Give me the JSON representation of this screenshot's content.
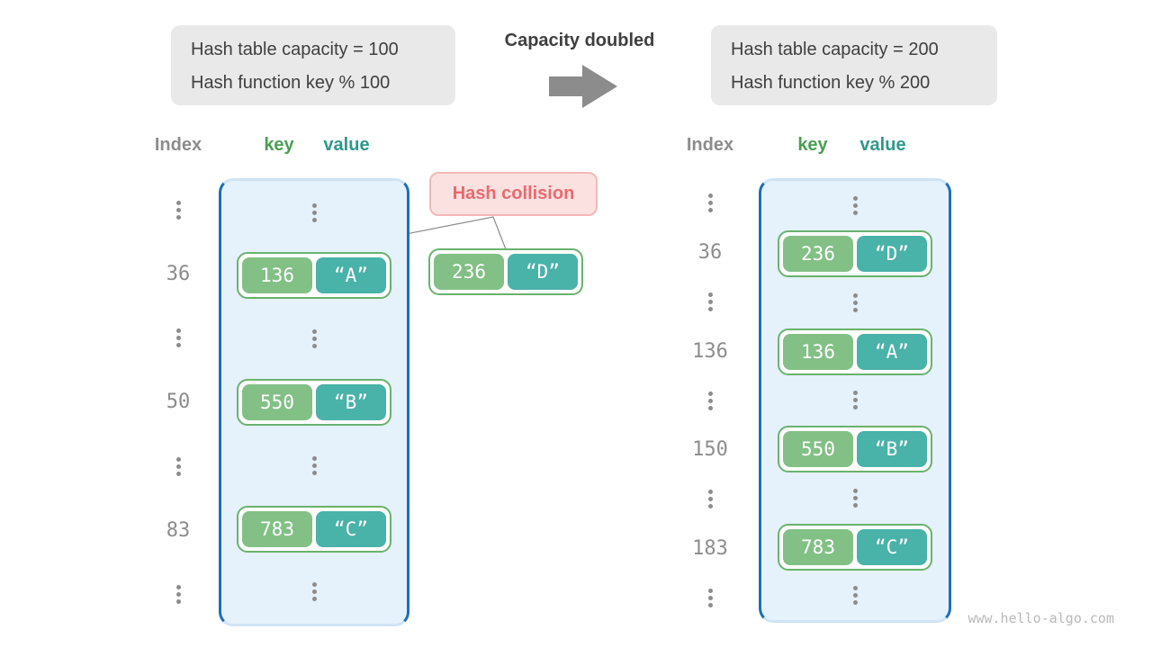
{
  "info_left": {
    "line1": "Hash table capacity = 100",
    "line2": "Hash function key % 100"
  },
  "info_right": {
    "line1": "Hash table capacity = 200",
    "line2": "Hash function key % 200"
  },
  "transition": {
    "label": "Capacity doubled"
  },
  "collision": {
    "label": "Hash collision"
  },
  "headers_left": {
    "index": "Index",
    "key": "key",
    "value": "value"
  },
  "headers_right": {
    "index": "Index",
    "key": "key",
    "value": "value"
  },
  "floating_pair": {
    "key": "236",
    "value": "“D”"
  },
  "left_table": {
    "rows": [
      {
        "type": "dots"
      },
      {
        "type": "entry",
        "index": "36",
        "key": "136",
        "value": "“A”"
      },
      {
        "type": "dots"
      },
      {
        "type": "entry",
        "index": "50",
        "key": "550",
        "value": "“B”"
      },
      {
        "type": "dots"
      },
      {
        "type": "entry",
        "index": "83",
        "key": "783",
        "value": "“C”"
      },
      {
        "type": "dots"
      }
    ]
  },
  "right_table": {
    "rows": [
      {
        "type": "dots"
      },
      {
        "type": "entry",
        "index": "36",
        "key": "236",
        "value": "“D”"
      },
      {
        "type": "dots"
      },
      {
        "type": "entry",
        "index": "136",
        "key": "136",
        "value": "“A”"
      },
      {
        "type": "dots"
      },
      {
        "type": "entry",
        "index": "150",
        "key": "550",
        "value": "“B”"
      },
      {
        "type": "dots"
      },
      {
        "type": "entry",
        "index": "183",
        "key": "783",
        "value": "“C”"
      },
      {
        "type": "dots"
      }
    ]
  },
  "watermark": "www.hello-algo.com",
  "colors": {
    "text_dark": "#3f3f3f",
    "gray": "#8c8c8c",
    "arrow_gray": "#8c8c8c",
    "panel_bg": "#e9e9e9",
    "container_bg": "#e5f1fb",
    "container_border": "#1b70b6",
    "pair_border": "#69b26d",
    "key_bg": "#82c086",
    "value_bg": "#49b2a9",
    "key_header": "#4b9e52",
    "value_header": "#2e998b",
    "collision_bg": "#fce1e1",
    "collision_border": "#f5b8b8",
    "collision_text": "#e96a6d",
    "watermark_gray": "#b9b9b9"
  }
}
